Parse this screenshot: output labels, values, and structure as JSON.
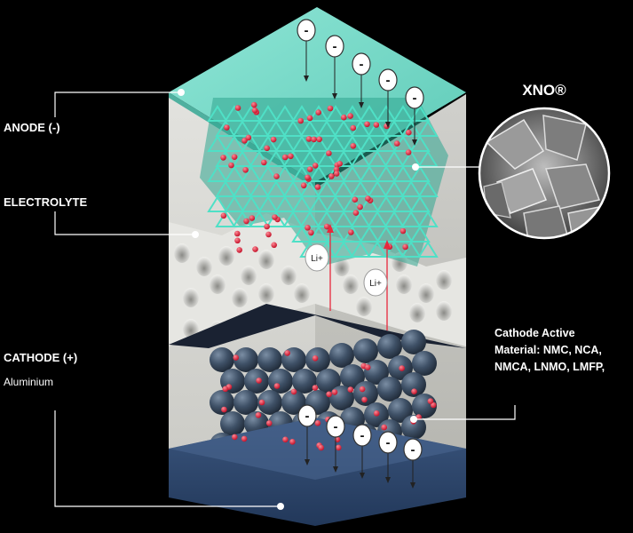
{
  "labels": {
    "anode": "ANODE (-)",
    "electrolyte": "ELECTROLYTE",
    "cathode": "CATHODE (+)",
    "aluminium": "Aluminium",
    "xno": "XNO®",
    "cathode_active_1": "Cathode Active",
    "cathode_active_2": "Material: NMC, NCA,",
    "cathode_active_3": "NMCA, LNMO, LMFP,"
  },
  "ions": {
    "li": "Li+"
  },
  "electron_symbol": "-",
  "colors": {
    "background": "#000000",
    "anode": "#7fdccd",
    "lattice": "#3ec0aa",
    "electrolyte": "#d6d6d2",
    "cathode_sphere": "#3c4e63",
    "ion": "#e8283c",
    "current_collector": "#2d4468",
    "separator": "#1c2433"
  }
}
